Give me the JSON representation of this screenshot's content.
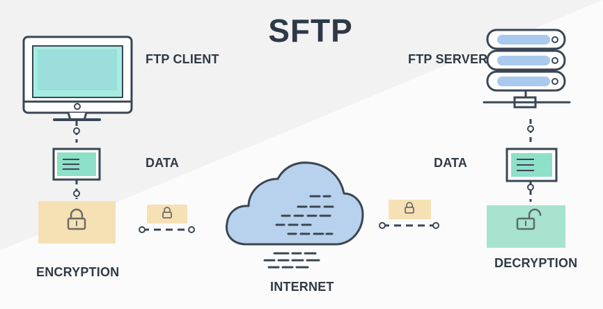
{
  "title": "SFTP",
  "labels": {
    "ftp_client": "FTP CLIENT",
    "ftp_server": "FTP SERVER",
    "data_left": "DATA",
    "data_right": "DATA",
    "encryption": "ENCRYPTION",
    "decryption": "DECRYPTION",
    "internet": "INTERNET"
  },
  "colors": {
    "background": "#f2f2f3",
    "background_light": "#fbfbfc",
    "stroke": "#3a4654",
    "screen": "#a7ece1",
    "data_box": "#8fe0c8",
    "encrypt_box": "#f6e1b4",
    "decrypt_box": "#a7e3cf",
    "cloud": "#b8d2ed"
  },
  "icons": {
    "client": "desktop-computer-icon",
    "server": "server-rack-icon",
    "network": "cloud-network-icon",
    "lock": "padlock-icon",
    "unlock": "unlocked-padlock-icon",
    "document": "data-document-icon"
  }
}
